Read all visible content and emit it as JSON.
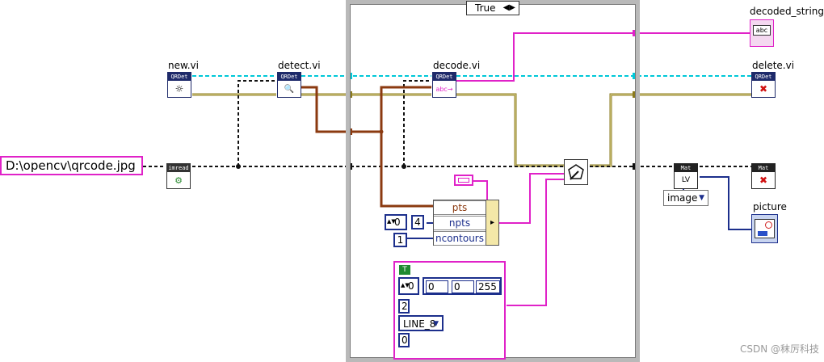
{
  "case_structure": {
    "selector": "True"
  },
  "vis": {
    "new": {
      "label": "new.vi",
      "header": "QRDet",
      "glyph": "☼"
    },
    "detect": {
      "label": "detect.vi",
      "header": "QRDet",
      "glyph": "🔍"
    },
    "decode": {
      "label": "decode.vi",
      "header": "QRDet",
      "glyph": "abc→"
    },
    "delete": {
      "label": "delete.vi",
      "header": "QRDet",
      "glyph": "✖"
    },
    "imread": {
      "header": "imread",
      "glyph": "⚙"
    },
    "mat_lv": {
      "header": "Mat",
      "glyph": "LV"
    },
    "mat_del": {
      "header": "Mat",
      "glyph": "✖"
    }
  },
  "path_constant": "D:\\opencv\\qrcode.jpg",
  "indicators": {
    "decoded_string": {
      "label": "decoded_string",
      "glyph": "abc"
    },
    "picture": {
      "label": "picture"
    }
  },
  "bundler": {
    "fields": [
      "pts",
      "npts",
      "ncontours"
    ]
  },
  "constants": {
    "array_index": "0",
    "npts_value": "4",
    "ncontours_value": "1",
    "cluster_index": "0",
    "color": [
      "0",
      "0",
      "255"
    ],
    "thickness": "2",
    "line_type": "LINE_8",
    "shift": "0",
    "bool_flag": "T"
  },
  "ring": {
    "image": "image"
  },
  "watermark": "CSDN @秣厉科技",
  "colors": {
    "case_border": "#b9b9b9",
    "wire_refnum": "#00c8d8",
    "wire_error": "#8a7a1e",
    "wire_string": "#e022c8",
    "wire_cluster": "#8b3a10",
    "wire_blue": "#1c2f8c"
  }
}
